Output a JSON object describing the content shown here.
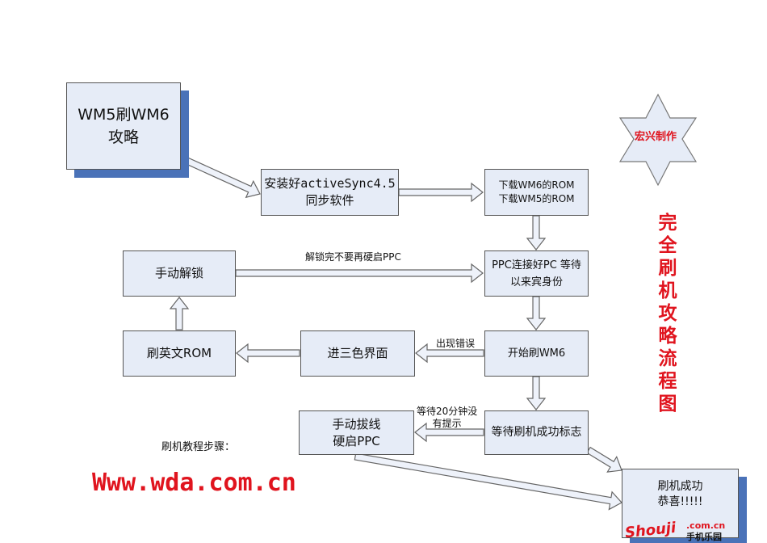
{
  "title": "WM5刷WM6\n攻略",
  "steps": {
    "install": "安装好activeSync4.5\n同步软件",
    "download": "下载WM6的ROM\n下载WM5的ROM",
    "connect": "PPC连接好PC 等待\n以来宾身份",
    "unlock": "手动解锁",
    "english_rom": "刷英文ROM",
    "tricolor": "进三色界面",
    "start": "开始刷WM6",
    "wait": "等待刷机成功标志",
    "unplug": "手动拔线\n硬启PPC",
    "success": "刷机成功\n恭喜!!!!!"
  },
  "labels": {
    "no_reboot": "解锁完不要再硬启PPC",
    "error": "出现错误",
    "timeout": "等待20分钟没\n有提示",
    "tutorial": "刷机教程步骤："
  },
  "author_badge": "宏兴制作",
  "side_title": "完\n全\n刷\n机\n攻\n略\n流\n程\n图",
  "website": "Www.wda.com.cn",
  "watermark": {
    "brand": "Shouji",
    "domain": ".com.cn",
    "name": "手机乐园"
  },
  "colors": {
    "box": "#e6ecf7",
    "shadow": "#4a72b8",
    "red": "#e0141e"
  }
}
